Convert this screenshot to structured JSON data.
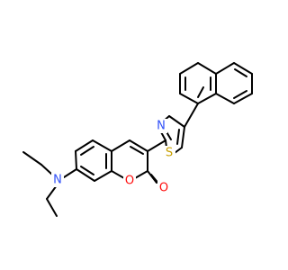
{
  "molecule": {
    "atoms": {
      "n_amine": {
        "symbol": "N",
        "color": "#3050F8"
      },
      "s_thiazole": {
        "symbol": "S",
        "color": "#C8A000"
      },
      "n_thiazole": {
        "symbol": "N",
        "color": "#3050F8"
      },
      "o_ring": {
        "symbol": "O",
        "color": "#FF0D0D"
      },
      "o_carbonyl": {
        "symbol": "O",
        "color": "#FF0D0D"
      }
    },
    "bond_color": "#000000",
    "background": "#ffffff"
  }
}
